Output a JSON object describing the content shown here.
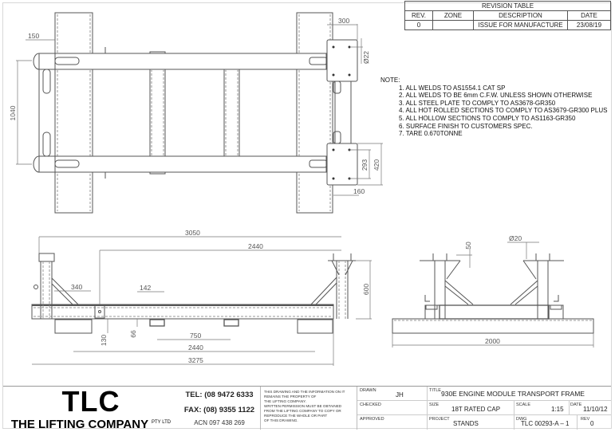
{
  "revision_table": {
    "title": "REVISION TABLE",
    "headers": [
      "REV.",
      "ZONE",
      "DESCRIPTION",
      "DATE"
    ],
    "rows": [
      {
        "rev": "0",
        "zone": "",
        "description": "ISSUE FOR MANUFACTURE",
        "date": "23/08/19"
      }
    ]
  },
  "notes": {
    "heading": "NOTE:",
    "items": [
      "1. ALL WELDS TO AS1554.1 CAT SP",
      "2. ALL WELDS TO BE 6mm C.F.W. UNLESS SHOWN OTHERWISE",
      "3. ALL STEEL PLATE TO COMPLY TO AS3678-GR350",
      "4. ALL HOT ROLLED SECTIONS TO COMPLY TO AS3679-GR300 PLUS",
      "5. ALL HOLLOW SECTIONS TO COMPLY TO AS1163-GR350",
      "6. SURFACE FINISH TO CUSTOMERS SPEC.",
      "7. TARE 0.670TONNE"
    ]
  },
  "plan_view": {
    "dims": {
      "d150": "150",
      "d1040": "1040",
      "d300": "300",
      "d22": "Ø22",
      "d293": "293",
      "d420": "420",
      "d160": "160"
    }
  },
  "side_view": {
    "dims": {
      "d3050": "3050",
      "d2440_top": "2440",
      "d340": "340",
      "d142": "142",
      "d600": "600",
      "d130": "130",
      "d66": "66",
      "d750": "750",
      "d2440_bottom": "2440",
      "d3275": "3275"
    }
  },
  "end_view": {
    "dims": {
      "d50": "50",
      "d20": "Ø20",
      "d2000": "2000"
    }
  },
  "title_block": {
    "logo": "TLC",
    "company": "THE LIFTING COMPANY",
    "company_suffix": "PTY LTD",
    "tel": "TEL: (08 9472 6333",
    "fax": "FAX: (08) 9355 1122",
    "acn": "ACN 097 438 269",
    "legal_lines": [
      "THIS DRAWING AND THE INFORMATION ON IT",
      "REMAINS THE PROPERTY OF",
      "THE LIFTING COMPANY.",
      "WRITTEN PERMISSION MUST BE OBTAINED",
      "FROM THE LIFTING COMPANY TO COPY OR",
      "REPRODUCE THE WHOLE OR PART",
      "OF THIS DRAWING."
    ],
    "drawn_label": "DRAWN",
    "drawn_value": "JH",
    "checked_label": "CHECKED",
    "checked_value": "",
    "approved_label": "APPROVED",
    "approved_value": "",
    "title_label": "TITLE",
    "title_value": "930E ENGINE MODULE TRANSPORT FRAME",
    "size_label": "SIZE",
    "size_value": "18T RATED CAP",
    "scale_label": "SCALE",
    "scale_value": "1:15",
    "date_label": "DATE",
    "date_value": "11/10/12",
    "project_label": "PROJECT",
    "project_value": "STANDS",
    "dwg_label": "DWG",
    "dwg_value": "TLC 00293-A – 1",
    "rev_label": "REV",
    "rev_value": "0"
  }
}
